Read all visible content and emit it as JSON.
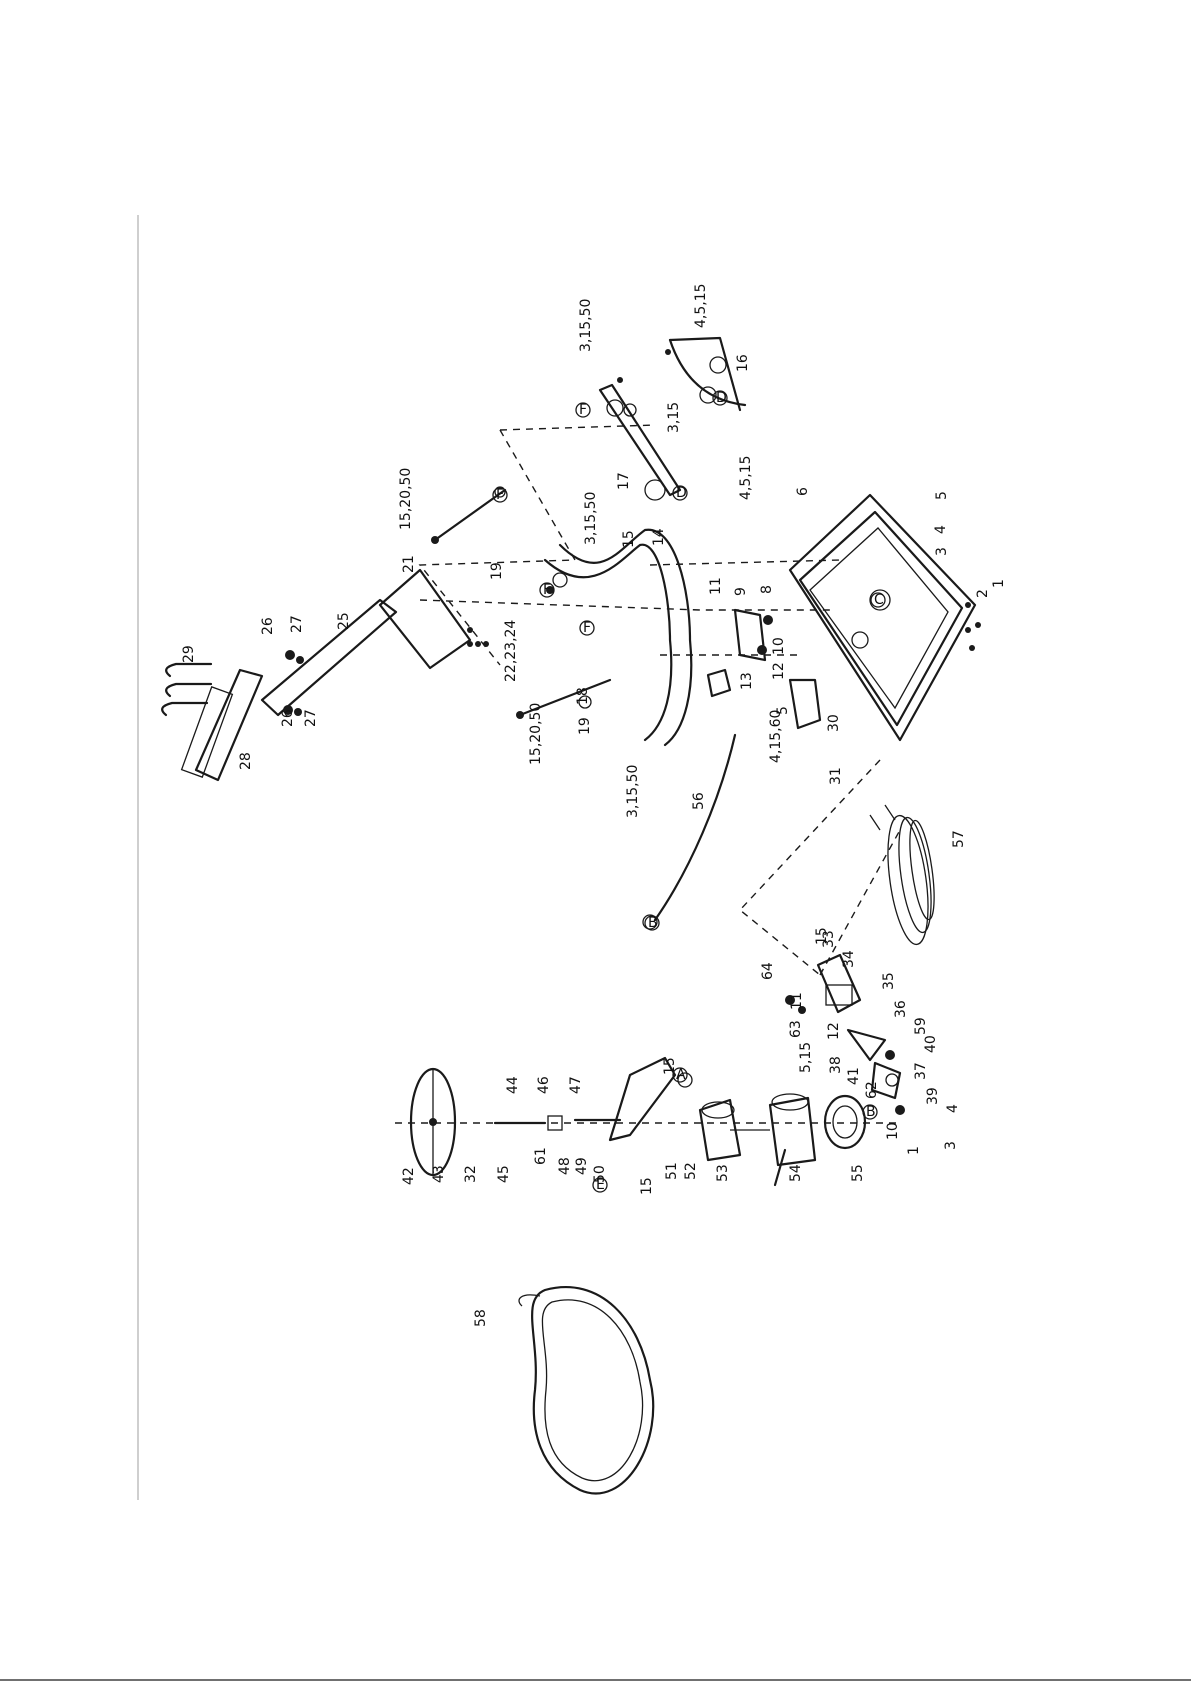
{
  "diagram": {
    "callouts": [
      "1",
      "2",
      "3",
      "4",
      "5",
      "6",
      "8",
      "9",
      "10",
      "11",
      "12",
      "13",
      "14",
      "15",
      "16",
      "17",
      "18",
      "19",
      "21",
      "25",
      "26",
      "27",
      "28",
      "29",
      "30",
      "31",
      "32",
      "33",
      "34",
      "35",
      "36",
      "37",
      "38",
      "39",
      "40",
      "41",
      "42",
      "43",
      "44",
      "45",
      "46",
      "47",
      "48",
      "49",
      "51",
      "52",
      "53",
      "54",
      "55",
      "56",
      "57",
      "58",
      "59",
      "61",
      "62",
      "63",
      "64"
    ],
    "multi_labels": {
      "bolt_set_a": "3,15,50",
      "bolt_set_b": "4,5,15",
      "bolt_set_c": "15,20,50",
      "bolt_set_d": "3,15",
      "bolt_set_e": "22,23,24",
      "bolt_set_f": "4,15,60",
      "bolt_set_g": "5,15",
      "bolt_set_h": "50"
    },
    "connector_marks": [
      "A",
      "B",
      "C",
      "D",
      "E",
      "F"
    ]
  }
}
